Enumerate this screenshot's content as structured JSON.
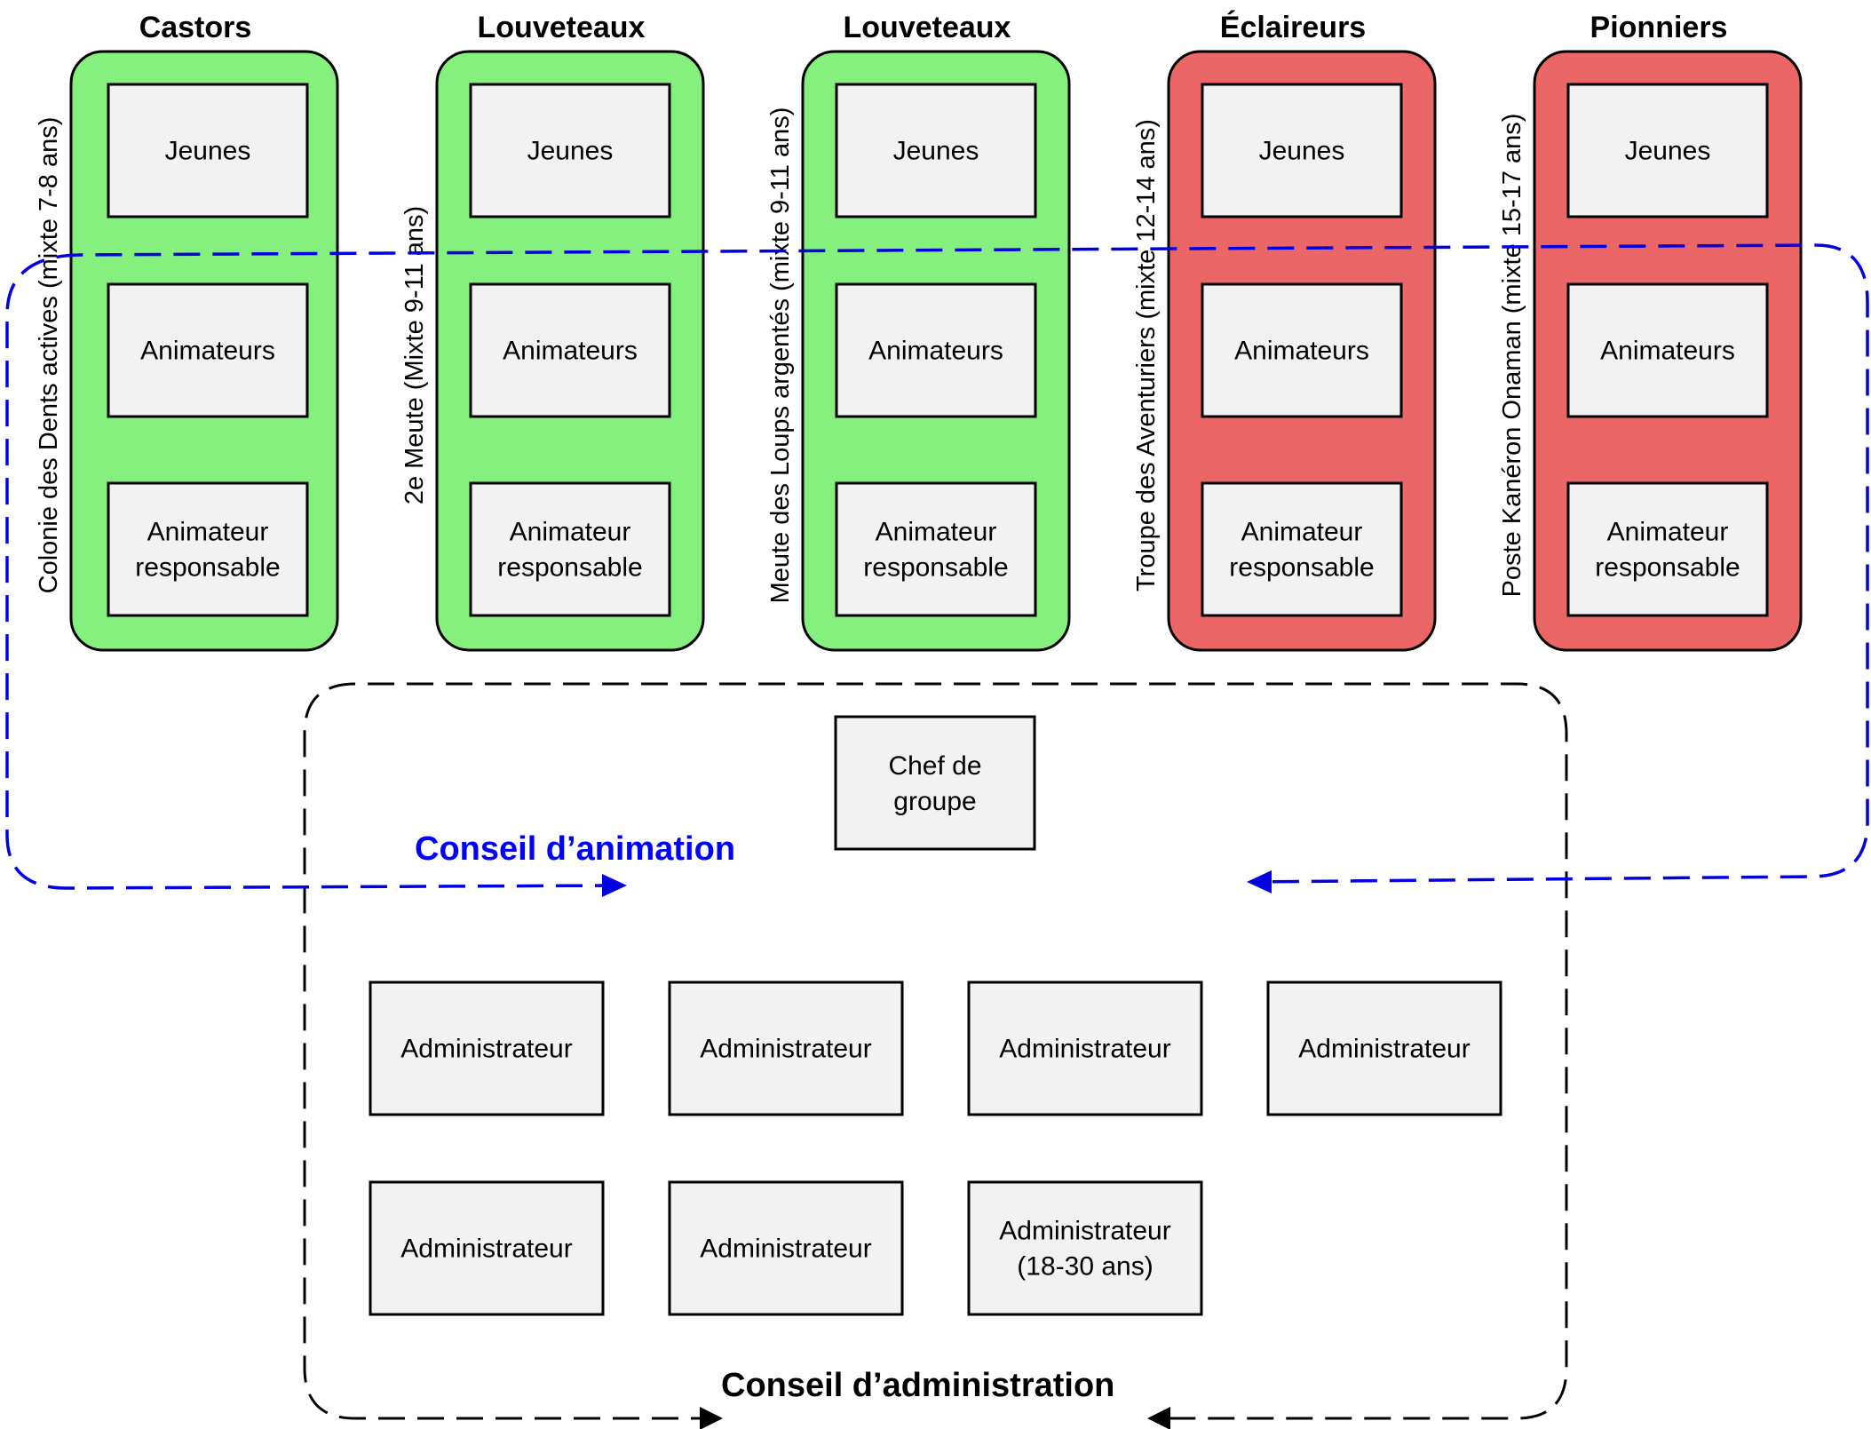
{
  "colors": {
    "green": "#86f07e",
    "red": "#eb6767",
    "box_fill": "#f2f2f2",
    "blue_dash": "#0000e0",
    "black_dash": "#000000"
  },
  "units": [
    {
      "title": "Castors",
      "name": "Colonie des Dents actives (mixte 7-8 ans)",
      "color": "green",
      "boxes": [
        "Jeunes",
        "Animateurs",
        [
          "Animateur",
          "responsable"
        ]
      ]
    },
    {
      "title": "Louveteaux",
      "name": "2e Meute (Mixte 9-11 ans)",
      "color": "green",
      "boxes": [
        "Jeunes",
        "Animateurs",
        [
          "Animateur",
          "responsable"
        ]
      ]
    },
    {
      "title": "Louveteaux",
      "name": "Meute des Loups argentés (mixte 9-11 ans)",
      "color": "green",
      "boxes": [
        "Jeunes",
        "Animateurs",
        [
          "Animateur",
          "responsable"
        ]
      ]
    },
    {
      "title": "Éclaireurs",
      "name": "Troupe des Aventuriers (mixte 12-14 ans)",
      "color": "red",
      "boxes": [
        "Jeunes",
        "Animateurs",
        [
          "Animateur",
          "responsable"
        ]
      ]
    },
    {
      "title": "Pionniers",
      "name": "Poste Kanéron Onaman (mixte 15-17 ans)",
      "color": "red",
      "boxes": [
        "Jeunes",
        "Animateurs",
        [
          "Animateur",
          "responsable"
        ]
      ]
    }
  ],
  "chef": [
    "Chef de",
    "groupe"
  ],
  "administrators": [
    [
      "Administrateur"
    ],
    [
      "Administrateur"
    ],
    [
      "Administrateur"
    ],
    [
      "Administrateur"
    ],
    [
      "Administrateur"
    ],
    [
      "Administrateur"
    ],
    [
      "Administrateur",
      "(18-30 ans)"
    ]
  ],
  "councils": {
    "animation": "Conseil d’animation",
    "administration": "Conseil d’administration"
  }
}
